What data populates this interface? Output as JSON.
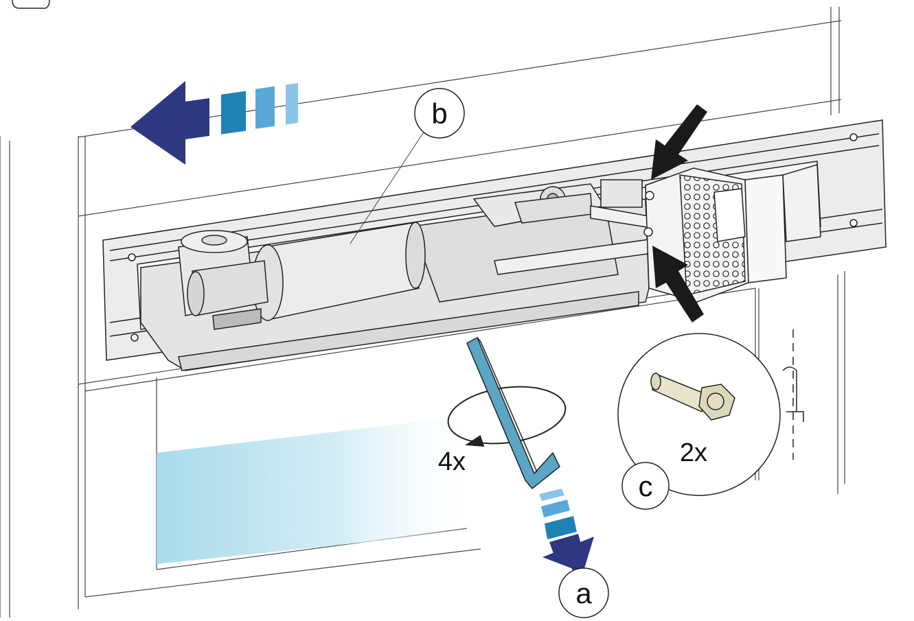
{
  "callouts": {
    "a": "a",
    "b": "b",
    "c": "c"
  },
  "annotations": {
    "rotations": "4x",
    "screw_count": "2x"
  },
  "colors": {
    "arrow_dark": "#2e3880",
    "arrow_mid": "#1f82b4",
    "arrow_light": "#5aa8d8",
    "arrow_pale": "#8cc4ea",
    "wrench": "#5aa6c4",
    "glass": "#a9dbea",
    "pointer": "#1a1a1a"
  },
  "icons": {
    "direction_arrow": "left-arrow-icon",
    "pull_arrow": "down-right-arrow-icon",
    "rotation": "rotate-arrow-icon",
    "tool": "hex-key-icon",
    "fastener": "hex-bolt-icon"
  }
}
